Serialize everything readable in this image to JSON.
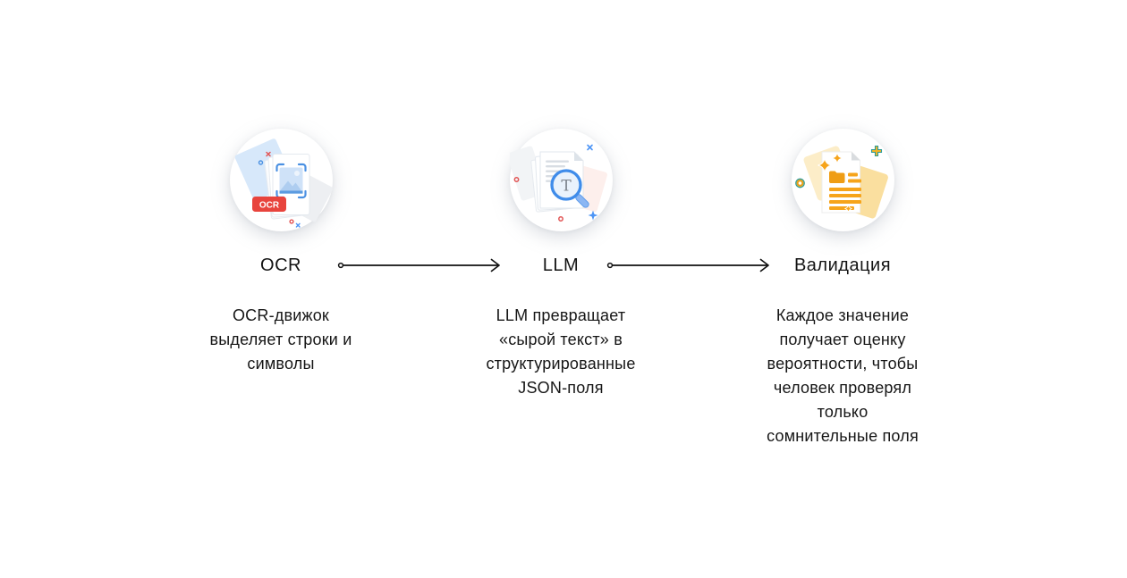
{
  "diagram": {
    "kind": "three-step-process",
    "language": "ru",
    "steps": [
      {
        "id": "ocr",
        "title": "OCR",
        "description": "OCR-движок\nвыделяет строки и\nсимволы",
        "icon": "ocr-scan-documents-icon",
        "badge": "OCR"
      },
      {
        "id": "llm",
        "title": "LLM",
        "description": "LLM превращает\n«сырой текст» в\nструктурированные\nJSON-поля",
        "icon": "text-magnifier-document-icon",
        "magnifier_letter": "T"
      },
      {
        "id": "validation",
        "title": "Валидация",
        "description": "Каждое значение\nполучает оценку\nвероятности, чтобы\nчеловек проверял\nтолько\nсомнительные поля",
        "icon": "validated-document-sparkles-icon"
      }
    ],
    "arrows": [
      {
        "from": "ocr",
        "to": "llm"
      },
      {
        "from": "llm",
        "to": "validation"
      }
    ],
    "colors": {
      "background": "#ffffff",
      "text": "#161616",
      "arrow": "#111111",
      "badge_red": "#e8443d",
      "accent_blue": "#4a90e2",
      "light_blue": "#d7e8fa",
      "accent_orange": "#f6a41b",
      "cream_yellow": "#fcedc8",
      "teal": "#2e9c96"
    }
  }
}
